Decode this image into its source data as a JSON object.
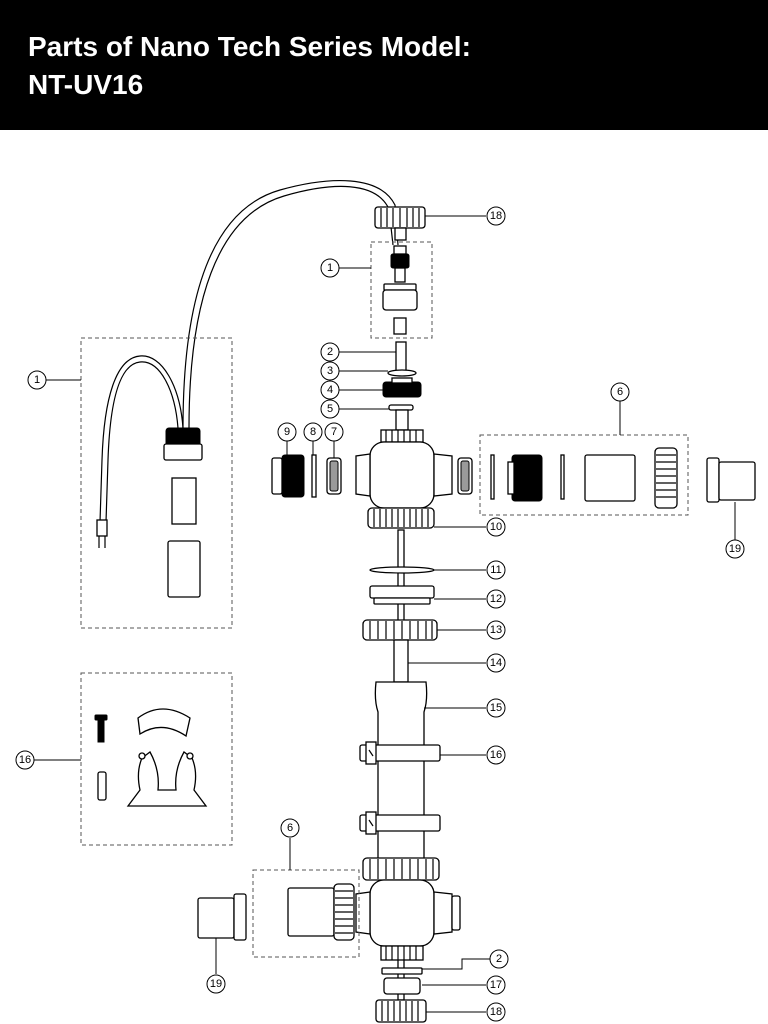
{
  "header": {
    "title": "Parts of  Nano Tech Series Model:\nNT-UV16",
    "background": "#000000",
    "text_color": "#ffffff"
  },
  "callouts": [
    {
      "id": "c18-top",
      "num": "18"
    },
    {
      "id": "c1-cap",
      "num": "1"
    },
    {
      "id": "c1-ballast",
      "num": "1"
    },
    {
      "id": "c2-top",
      "num": "2"
    },
    {
      "id": "c3",
      "num": "3"
    },
    {
      "id": "c4",
      "num": "4"
    },
    {
      "id": "c5",
      "num": "5"
    },
    {
      "id": "c9",
      "num": "9"
    },
    {
      "id": "c8",
      "num": "8"
    },
    {
      "id": "c7",
      "num": "7"
    },
    {
      "id": "c6-right",
      "num": "6"
    },
    {
      "id": "c10",
      "num": "10"
    },
    {
      "id": "c19-right",
      "num": "19"
    },
    {
      "id": "c11",
      "num": "11"
    },
    {
      "id": "c12",
      "num": "12"
    },
    {
      "id": "c13",
      "num": "13"
    },
    {
      "id": "c14",
      "num": "14"
    },
    {
      "id": "c15",
      "num": "15"
    },
    {
      "id": "c16-right",
      "num": "16"
    },
    {
      "id": "c16-left",
      "num": "16"
    },
    {
      "id": "c6-left",
      "num": "6"
    },
    {
      "id": "c19-left",
      "num": "19"
    },
    {
      "id": "c2-bottom",
      "num": "2"
    },
    {
      "id": "c17",
      "num": "17"
    },
    {
      "id": "c18-bottom",
      "num": "18"
    }
  ]
}
